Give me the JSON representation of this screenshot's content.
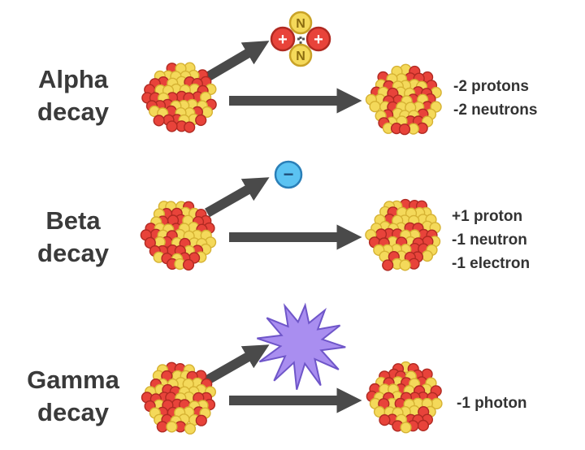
{
  "rows": [
    {
      "title_line1": "Alpha",
      "title_line2": "decay",
      "changes": [
        "-2 protons",
        "-2 neutrons"
      ]
    },
    {
      "title_line1": "Beta",
      "title_line2": "decay",
      "changes": [
        "+1 proton",
        "-1 neutron",
        "-1 electron"
      ]
    },
    {
      "title_line1": "Gamma",
      "title_line2": "decay",
      "changes": [
        "-1 photon"
      ]
    }
  ],
  "alpha_particle": {
    "proton_sign": "+",
    "neutron_letter": "N"
  },
  "beta_particle": {
    "sign": "−"
  },
  "colors": {
    "arrow": "#4a4a4a",
    "nucleon_red": "#e8433a",
    "nucleon_yellow": "#f4d95a",
    "electron_blue": "#5bc3f2",
    "photon_purple": "#a98ef0"
  }
}
